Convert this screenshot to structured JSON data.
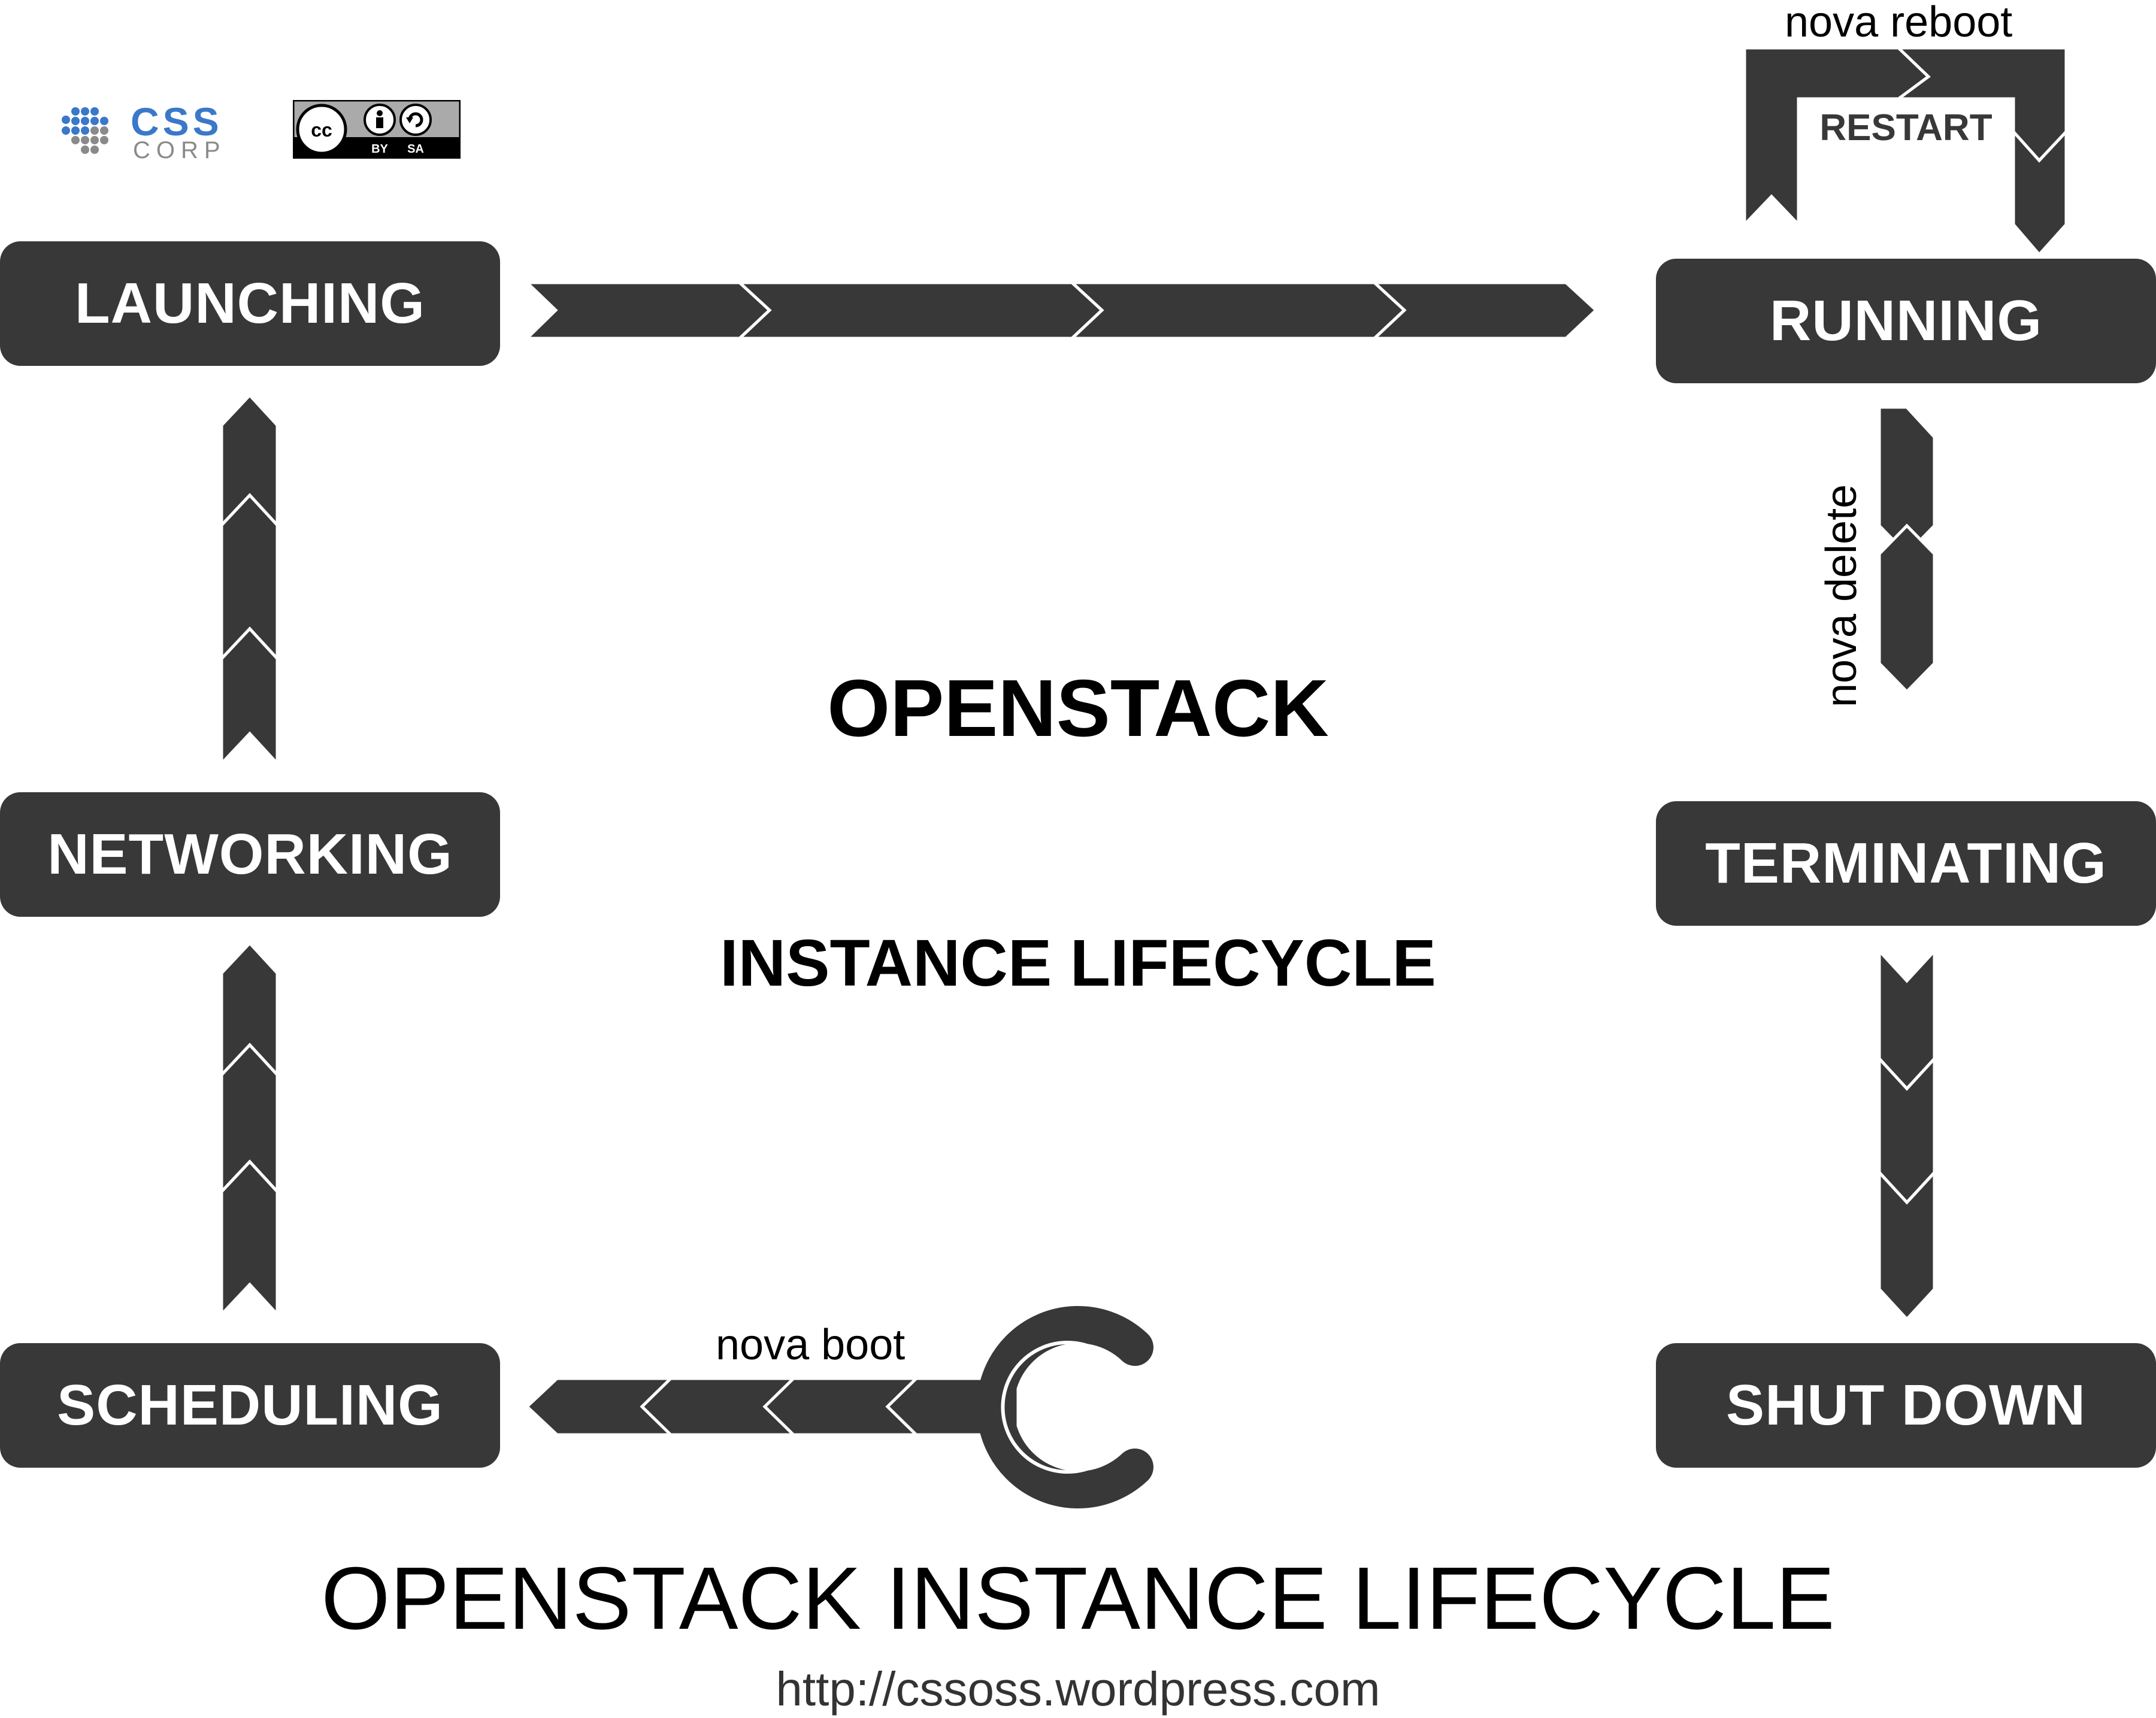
{
  "diagram": {
    "title": "OPENSTACK",
    "subtitle": "INSTANCE LIFECYCLE",
    "footer_title": "OPENSTACK INSTANCE LIFECYCLE",
    "footer_url": "http://cssoss.wordpress.com",
    "states": {
      "launching": "LAUNCHING",
      "running": "RUNNING",
      "networking": "NETWORKING",
      "terminating": "TERMINATING",
      "scheduling": "SCHEDULING",
      "shut_down": "SHUT DOWN"
    },
    "restart_label": "RESTART",
    "commands": {
      "reboot": "nova reboot",
      "delete": "nova delete",
      "boot": "nova boot"
    }
  },
  "logos": {
    "company_top": "CSS",
    "company_bottom": "CORP",
    "license_cc": "cc",
    "license_by": "BY",
    "license_sa": "SA"
  },
  "colors": {
    "box_fill": "#383838",
    "arrow_fill": "#383838",
    "text": "#000000",
    "logo_blue": "#3a78c9",
    "logo_gray": "#8a8a8a"
  }
}
